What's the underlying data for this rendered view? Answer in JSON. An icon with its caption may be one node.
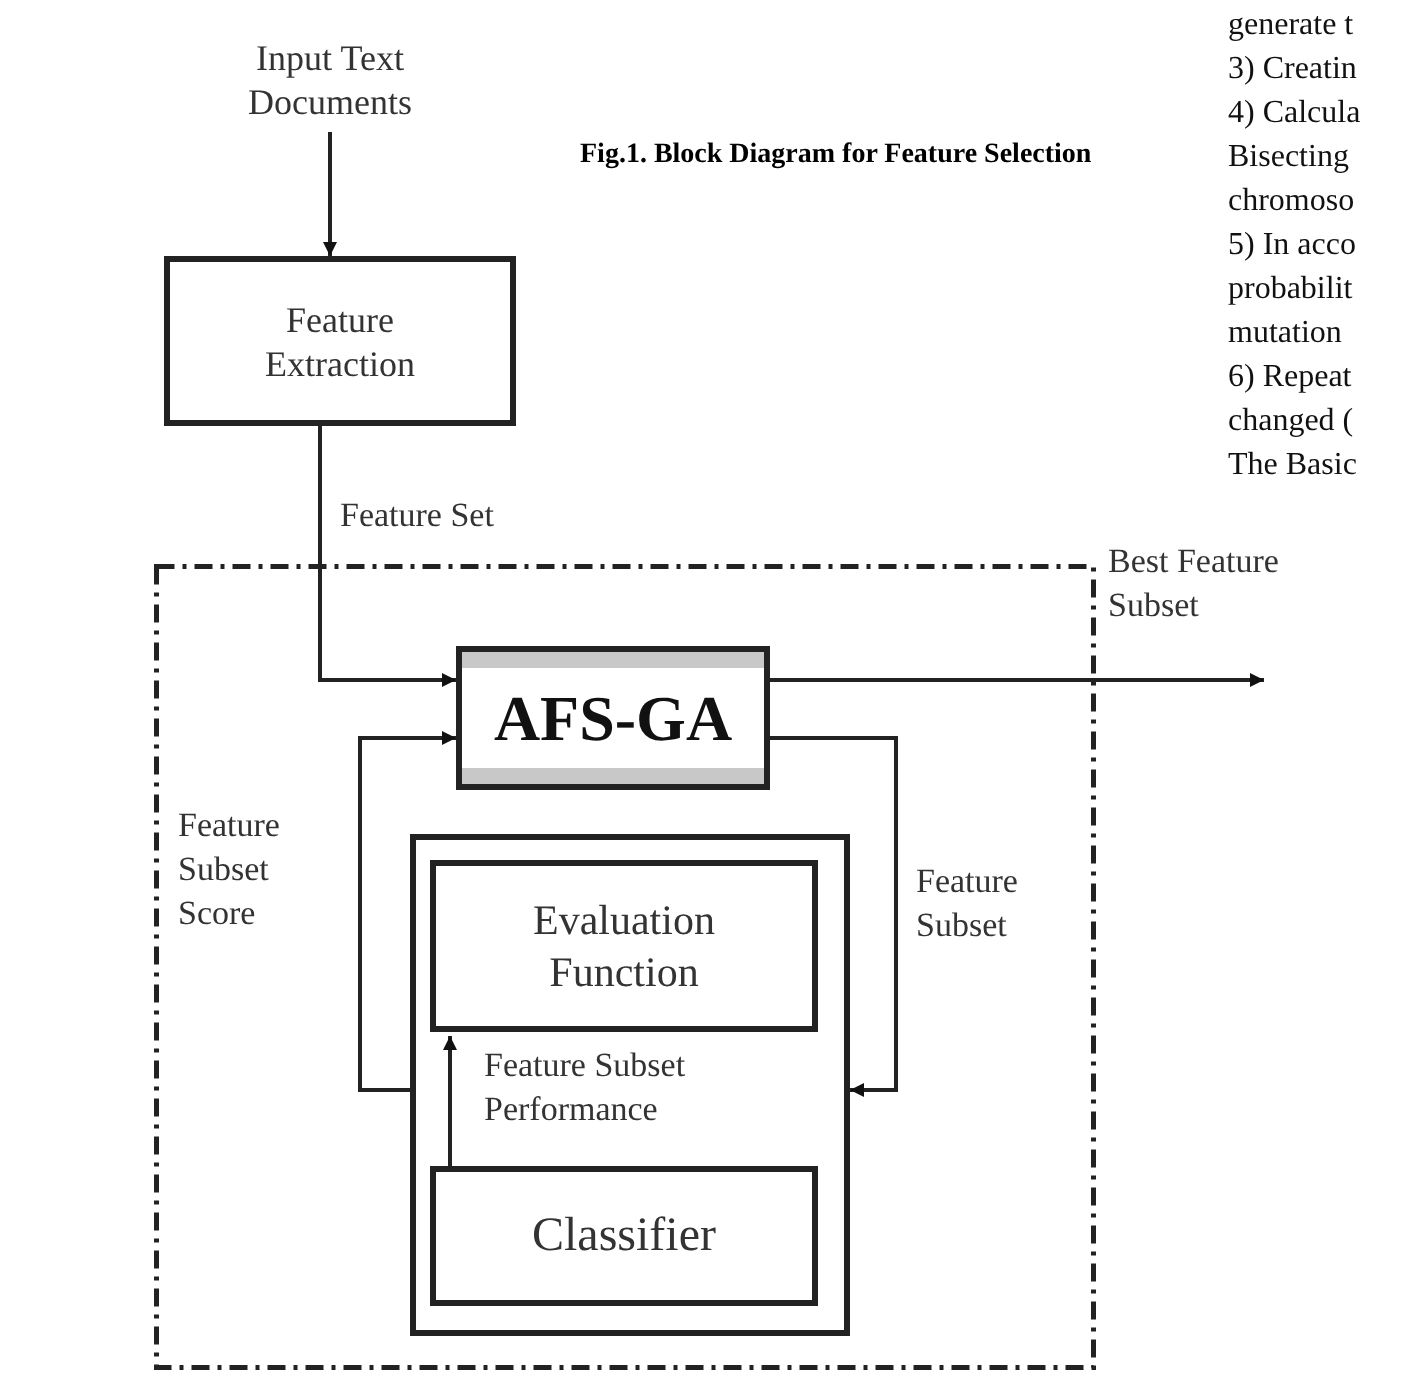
{
  "diagram": {
    "caption": "Fig.1. Block Diagram for Feature Selection",
    "nodes": [
      {
        "text": [
          "Input Text Documents"
        ]
      },
      {
        "text": [
          "Feature Extraction"
        ]
      },
      {
        "text": [],
        "shape": "box"
      },
      {
        "text": [
          "AFS-GA"
        ],
        "in": 2
      },
      {
        "text": [],
        "shape": "box",
        "in": 2
      },
      {
        "text": [
          "Evaluation Function"
        ],
        "in": 4
      },
      {
        "text": [
          "Classifier"
        ],
        "in": 4
      }
    ],
    "edges": [
      {
        "from": 0,
        "to": 1,
        "arrow": "to"
      },
      {
        "from": 1,
        "to": 3,
        "arrow": "to",
        "label": "Feature Set"
      },
      {
        "from": 3,
        "to": 4,
        "arrow": "to",
        "label": "Feature Subset"
      },
      {
        "from": 4,
        "to": 3,
        "arrow": "to",
        "label": "Feature Subset Score"
      },
      {
        "from": 6,
        "to": 5,
        "arrow": "to",
        "label": "Feature Subset Performance"
      },
      {
        "from": 3,
        "to": null,
        "arrow": "to",
        "label": "Best Feature Subset"
      }
    ],
    "labels": [
      "generate t",
      "3) Creatin",
      "4) Calcula",
      "Bisecting",
      "chromoso",
      "5) In acco",
      "probabilit",
      "mutation",
      "6) Repeat",
      "changed (",
      "The Basic"
    ]
  }
}
